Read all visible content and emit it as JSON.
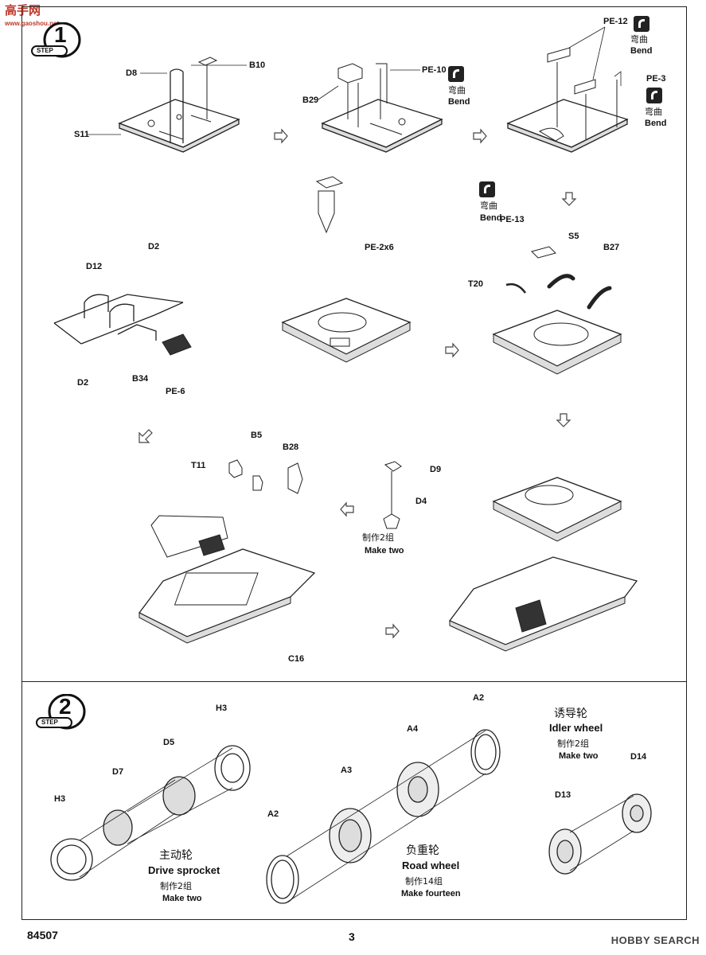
{
  "watermark": {
    "logo": "高手网",
    "site": "www.gaoshou.net"
  },
  "steps": [
    {
      "number": "1",
      "label": "STEP"
    },
    {
      "number": "2",
      "label": "STEP"
    }
  ],
  "step1": {
    "panel1": {
      "d8": "D8",
      "b10": "B10",
      "s11": "S11"
    },
    "panel2": {
      "b29": "B29",
      "pe10": "PE-10",
      "bend_cn": "弯曲",
      "bend_en": "Bend"
    },
    "panel3": {
      "pe12": "PE-12",
      "pe3": "PE-3",
      "bend1_cn": "弯曲",
      "bend1_en": "Bend",
      "bend2_cn": "弯曲",
      "bend2_en": "Bend"
    },
    "panel_rails": {
      "d2_top": "D2",
      "d12": "D12",
      "d2_bottom": "D2",
      "b34": "B34",
      "pe6": "PE-6"
    },
    "panel_pe2": {
      "pe2x6": "PE-2x6"
    },
    "panel_hatch": {
      "bend_cn": "弯曲",
      "bend_en": "Bend",
      "pe13": "PE-13",
      "s5": "S5",
      "b27": "B27",
      "t20": "T20"
    },
    "panel_hull": {
      "t11": "T11",
      "b5": "B5",
      "b28": "B28",
      "c16": "C16"
    },
    "panel_d9": {
      "d9": "D9",
      "d4": "D4",
      "make_cn": "制作2组",
      "make_en": "Make two"
    }
  },
  "step2": {
    "sprocket": {
      "h3_top": "H3",
      "d5": "D5",
      "d7": "D7",
      "h3_left": "H3",
      "title_cn": "主动轮",
      "title_en": "Drive sprocket",
      "make_cn": "制作2组",
      "make_en": "Make two"
    },
    "road": {
      "a2_top": "A2",
      "a4": "A4",
      "a3": "A3",
      "a2_left": "A2",
      "title_cn": "负重轮",
      "title_en": "Road wheel",
      "make_cn": "制作14组",
      "make_en": "Make fourteen"
    },
    "idler": {
      "title_cn": "诱导轮",
      "title_en": "Idler wheel",
      "make_cn": "制作2组",
      "make_en": "Make two",
      "d14": "D14",
      "d13": "D13"
    }
  },
  "footer": {
    "code": "84507",
    "page": "3",
    "source": "HOBBY SEARCH"
  }
}
